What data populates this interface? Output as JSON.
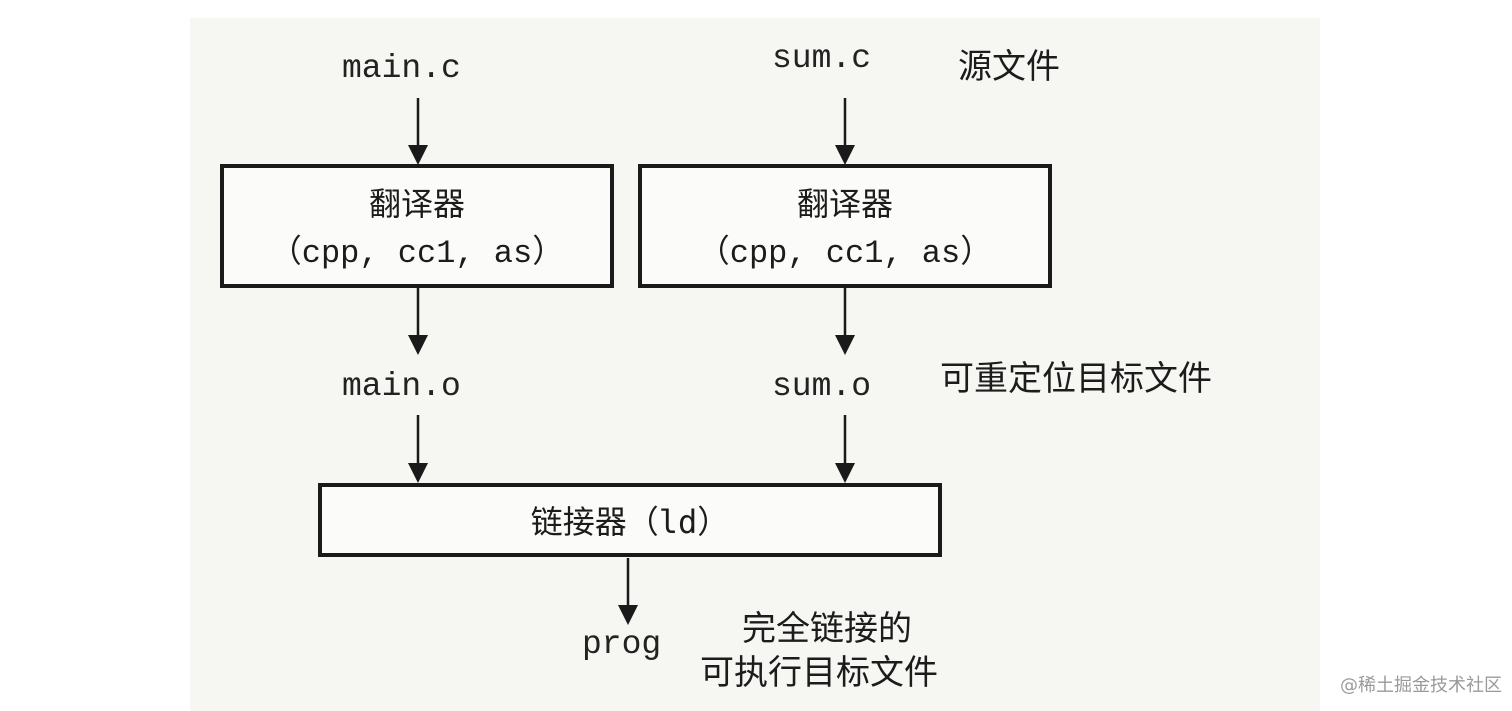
{
  "sources": {
    "main_c": "main.c",
    "sum_c": "sum.c",
    "label": "源文件"
  },
  "translators": {
    "left": {
      "title": "翻译器",
      "tools": "（cpp, cc1, as）"
    },
    "right": {
      "title": "翻译器",
      "tools": "（cpp, cc1, as）"
    }
  },
  "objects": {
    "main_o": "main.o",
    "sum_o": "sum.o",
    "label": "可重定位目标文件"
  },
  "linker": {
    "label": "链接器（ld）"
  },
  "output": {
    "prog": "prog",
    "label_line1": "完全链接的",
    "label_line2": "可执行目标文件"
  },
  "watermark": "@稀土掘金技术社区",
  "colors": {
    "ink": "#1a1a1a",
    "paper": "#f6f6f3",
    "watermark": "#9a9a9a"
  }
}
